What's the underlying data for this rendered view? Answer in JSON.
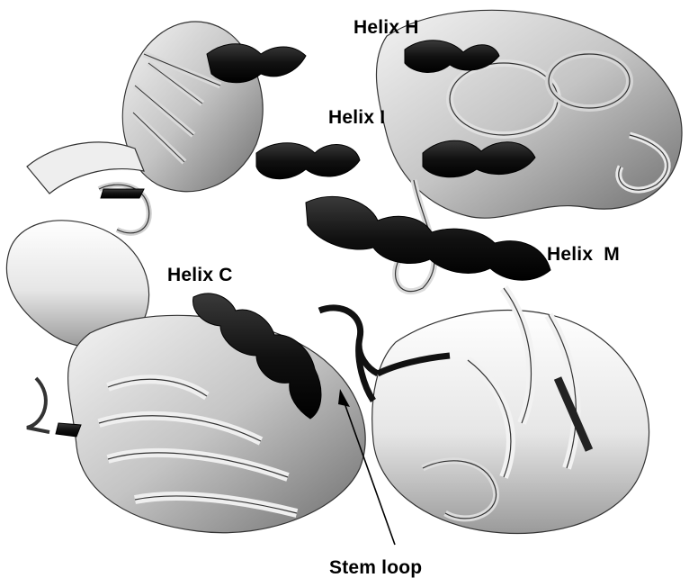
{
  "figure": {
    "labels": {
      "helix_h": "Helix H",
      "helix_i": "Helix I",
      "helix_m": "Helix  M",
      "helix_c": "Helix C",
      "stem_loop": "Stem loop"
    },
    "colors": {
      "background": "#ffffff",
      "highlight": "#111111",
      "ribbon_light": "#f2f2f2",
      "ribbon_mid": "#bdbdbd",
      "ribbon_dark": "#7a7a7a"
    }
  }
}
